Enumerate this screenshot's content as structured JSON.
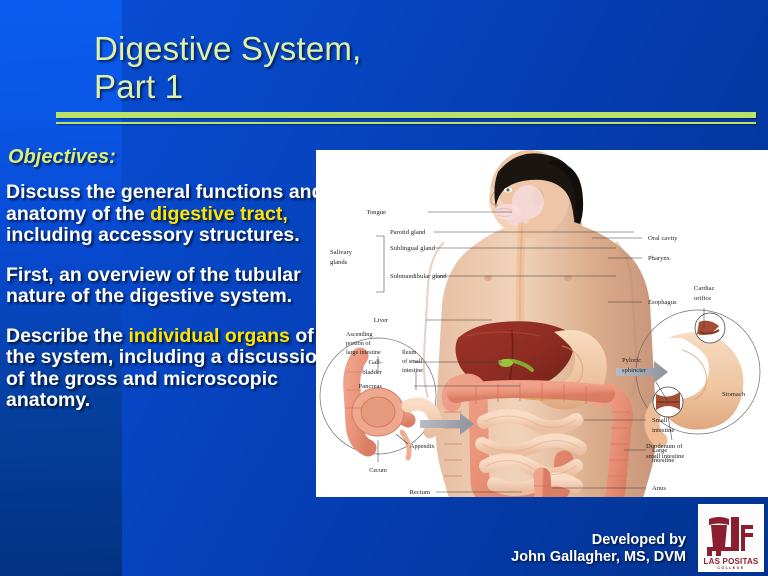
{
  "slide": {
    "title_lines": [
      "Digestive System,",
      "Part 1"
    ],
    "objectives_heading": "Objectives:",
    "paragraphs": [
      {
        "pre": "Discuss the general functions and anatomy of the ",
        "highlight": "digestive tract,",
        "post": " including accessory structures."
      },
      {
        "pre": "First, an overview of the tubular nature of the digestive system.",
        "highlight": "",
        "post": ""
      },
      {
        "pre": "Describe the ",
        "highlight": "individual organs",
        "post": " of the system, including a discussion of the gross and microscopic anatomy."
      }
    ]
  },
  "credit": {
    "line1": "Developed by",
    "line2": "John Gallagher, MS, DVM"
  },
  "logo": {
    "name": "LAS POSITAS",
    "sub": "COLLEGE"
  },
  "figure": {
    "caption": "Human digestive system overview illustration",
    "labels_left": [
      "Tongue",
      "Parotid gland",
      "Sublingual gland",
      "Submandibular gland",
      "Salivary",
      "glands",
      "Liver",
      "Gall-",
      "bladder",
      "Pancreas"
    ],
    "labels_right": [
      "Oral cavity",
      "Pharynx",
      "Cardiac",
      "orifice",
      "Esophagus",
      "Pyloric",
      "sphincter",
      "Stomach",
      "Duodenum of",
      "small intestine",
      "Small",
      "intestine",
      "Large",
      "intestine",
      "Anus"
    ],
    "labels_bottom": [
      "Rectum"
    ],
    "inset_labels": [
      "Ascending",
      "portion of",
      "large intestine",
      "Ileum",
      "of small",
      "intestine",
      "Appendix",
      "Cecum"
    ]
  },
  "colors": {
    "accent_green": "#b9e26a",
    "title_green": "#dff0a8",
    "highlight_yellow": "#ffe400",
    "bg_blue": "#0a3da8",
    "band_blue": "#0a5cf0",
    "logo_maroon": "#8c1f2f"
  }
}
